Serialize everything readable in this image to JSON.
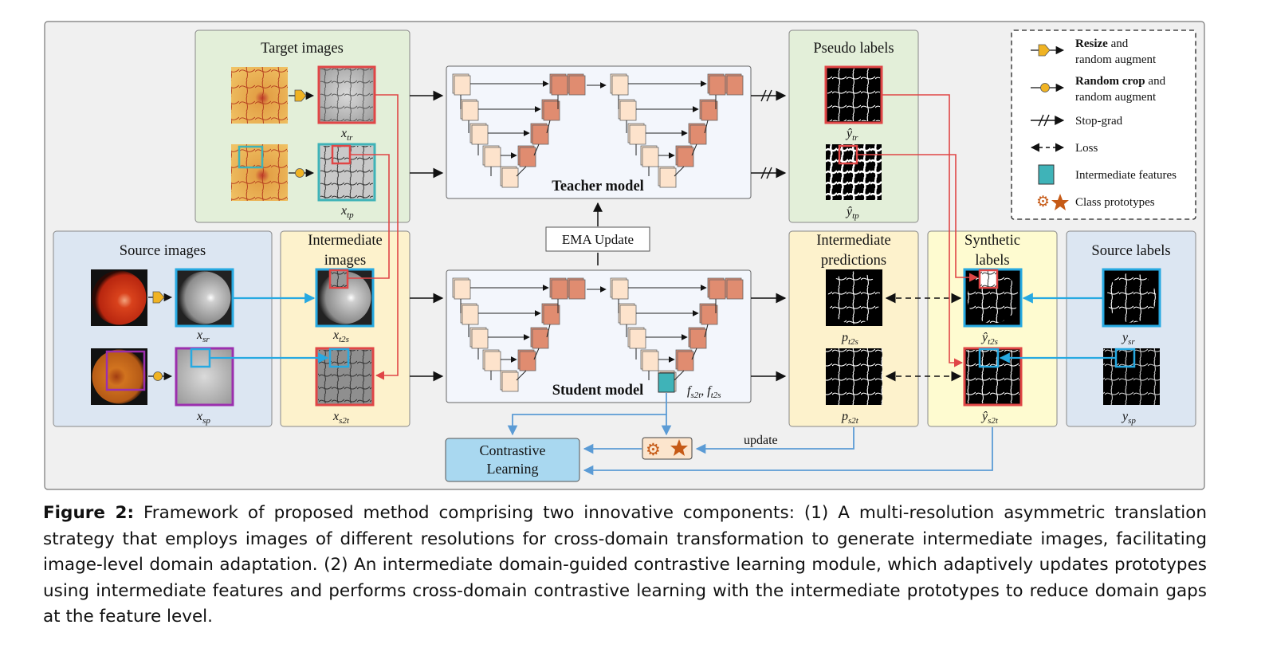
{
  "figure": {
    "panels": {
      "target_images": "Target images",
      "source_images": "Source images",
      "intermediate_images": [
        "Intermediate",
        "images"
      ],
      "pseudo_labels": "Pseudo labels",
      "intermediate_predictions": [
        "Intermediate",
        "predictions"
      ],
      "synthetic_labels": [
        "Synthetic",
        "labels"
      ],
      "source_labels": "Source labels"
    },
    "models": {
      "teacher": "Teacher model",
      "student": "Student model",
      "ema": "EMA Update"
    },
    "contrastive": [
      "Contrastive",
      "Learning"
    ],
    "update_label": "update",
    "symbols": {
      "x_tr": [
        "x",
        "tr"
      ],
      "x_tp": [
        "x",
        "tp"
      ],
      "x_sr": [
        "x",
        "sr"
      ],
      "x_sp": [
        "x",
        "sp"
      ],
      "x_t2s": [
        "x",
        "t2s"
      ],
      "x_s2t": [
        "x",
        "s2t"
      ],
      "y_tr": [
        "ŷ",
        "tr"
      ],
      "y_tp": [
        "ŷ",
        "tp"
      ],
      "p_t2s": [
        "p",
        "t2s"
      ],
      "p_s2t": [
        "p",
        "s2t"
      ],
      "yh_t2s": [
        "ŷ",
        "t2s"
      ],
      "yh_s2t": [
        "ŷ",
        "s2t"
      ],
      "y_sr": [
        "y",
        "sr"
      ],
      "y_sp": [
        "y",
        "sp"
      ],
      "f_label": [
        "f",
        "s2t",
        ", f",
        "t2s"
      ]
    },
    "legend": {
      "resize": {
        "bold": "Resize",
        "rest": " and",
        "line2": "random augment"
      },
      "crop": {
        "bold": "Random crop",
        "rest": " and",
        "line2": "random augment"
      },
      "stopgrad": "Stop-grad",
      "loss": "Loss",
      "features": "Intermediate features",
      "prototypes": "Class prototypes"
    },
    "colors": {
      "target_bg": "#e3efd9",
      "source_bg": "#dce6f2",
      "yellow_bg": "#fdf2cc",
      "synthetic_bg": "#fefbd0",
      "model_bg": "#f3f6fc",
      "red": "#e04646",
      "cyan": "#27a9e1",
      "teal": "#3fb3b8",
      "purple": "#9b2fae",
      "contrastive_bg": "#a9d8f0",
      "arrow_blue": "#5b9bd5",
      "block_dark": "#e08c70",
      "block_light": "#fde3cc",
      "prototype": "#c65a16"
    }
  },
  "caption": {
    "lead": "Figure 2:",
    "text": " Framework of proposed method comprising two innovative components: (1) A multi-resolution asymmetric translation strategy that employs images of different resolutions for cross-domain transformation to generate intermediate images, facilitating image-level domain adaptation. (2) An intermediate domain-guided contrastive learning module, which adaptively updates prototypes using intermediate features and performs cross-domain contrastive learning with the intermediate prototypes to reduce domain gaps at the feature level."
  }
}
